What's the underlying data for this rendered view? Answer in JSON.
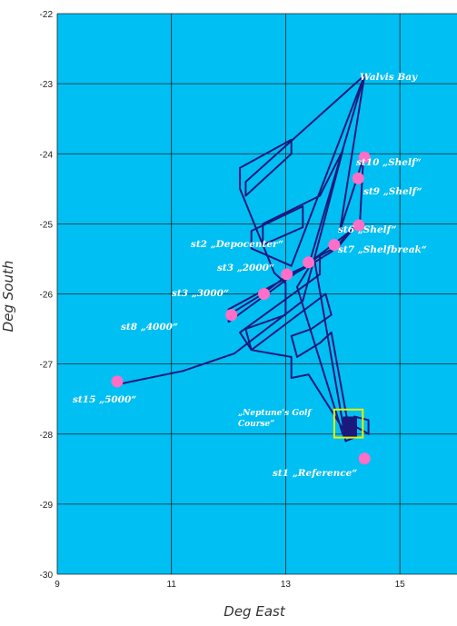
{
  "chart_data": {
    "type": "scatter",
    "title": "",
    "xlabel": "Deg East",
    "ylabel": "Deg South",
    "xlim": [
      9,
      16
    ],
    "ylim": [
      -30,
      -22
    ],
    "x_ticks": [
      9,
      11,
      13,
      15
    ],
    "y_ticks": [
      -30,
      -29,
      -28,
      -27,
      -26,
      -25,
      -24,
      -23,
      -22
    ],
    "grid": true,
    "colors": {
      "plot_background": "#00bff3",
      "track": "#1a1a7e",
      "stations": "#ff6ec7",
      "box": "#e6f000",
      "grid": "#222222"
    },
    "track": [
      [
        14.38,
        -22.88
      ],
      [
        13.4,
        -25.6
      ],
      [
        12.0,
        -26.22
      ],
      [
        12.0,
        -26.4
      ],
      [
        13.6,
        -25.45
      ],
      [
        13.6,
        -25.72
      ],
      [
        12.2,
        -26.55
      ],
      [
        12.4,
        -26.8
      ],
      [
        13.7,
        -26.0
      ],
      [
        13.8,
        -26.3
      ],
      [
        13.45,
        -26.5
      ],
      [
        13.1,
        -26.6
      ],
      [
        13.2,
        -26.9
      ],
      [
        13.6,
        -26.7
      ],
      [
        13.8,
        -26.55
      ],
      [
        14.1,
        -27.9
      ],
      [
        14.0,
        -28.0
      ],
      [
        13.2,
        -25.9
      ],
      [
        13.5,
        -25.5
      ],
      [
        14.0,
        -23.95
      ],
      [
        13.6,
        -24.6
      ],
      [
        12.6,
        -25.0
      ],
      [
        12.6,
        -25.3
      ],
      [
        13.3,
        -25.05
      ],
      [
        13.3,
        -24.75
      ],
      [
        12.4,
        -25.1
      ],
      [
        12.4,
        -25.35
      ],
      [
        13.1,
        -25.6
      ],
      [
        14.38,
        -22.88
      ],
      [
        12.3,
        -24.4
      ],
      [
        12.3,
        -24.6
      ],
      [
        13.1,
        -24.0
      ],
      [
        13.1,
        -23.8
      ],
      [
        12.2,
        -24.2
      ],
      [
        12.2,
        -24.5
      ],
      [
        12.8,
        -25.7
      ],
      [
        13.0,
        -25.85
      ],
      [
        13.0,
        -26.3
      ],
      [
        12.3,
        -26.5
      ],
      [
        12.4,
        -26.8
      ],
      [
        13.1,
        -26.9
      ],
      [
        13.1,
        -27.2
      ],
      [
        13.4,
        -27.15
      ],
      [
        14.1,
        -28.05
      ],
      [
        14.0,
        -27.8
      ],
      [
        14.35,
        -27.95
      ],
      [
        14.45,
        -28.0
      ],
      [
        14.45,
        -27.8
      ],
      [
        14.2,
        -27.75
      ],
      [
        14.2,
        -28.05
      ],
      [
        14.05,
        -28.1
      ],
      [
        14.0,
        -27.85
      ],
      [
        13.5,
        -25.5
      ],
      [
        14.3,
        -25.0
      ],
      [
        14.36,
        -24.05
      ],
      [
        14.25,
        -24.35
      ],
      [
        13.95,
        -25.1
      ],
      [
        14.38,
        -22.88
      ]
    ],
    "track_secondary": [
      [
        10.0,
        -27.3
      ],
      [
        11.2,
        -27.1
      ],
      [
        12.1,
        -26.85
      ],
      [
        13.3,
        -26.1
      ],
      [
        13.5,
        -25.5
      ],
      [
        13.95,
        -25.3
      ],
      [
        14.25,
        -25.0
      ],
      [
        13.8,
        -25.4
      ],
      [
        13.5,
        -25.55
      ],
      [
        13.05,
        -25.72
      ],
      [
        12.6,
        -26.0
      ],
      [
        12.0,
        -26.3
      ]
    ],
    "stations": [
      {
        "name": "st1 „Reference“",
        "x": 14.38,
        "y": -28.35
      },
      {
        "name": "st2 „Depocenter“",
        "x": 13.4,
        "y": -25.55
      },
      {
        "name": "st3 „2000“",
        "x": 13.02,
        "y": -25.72
      },
      {
        "name": "st3 „3000“",
        "x": 12.62,
        "y": -26.0
      },
      {
        "name": "st8 „4000“",
        "x": 12.05,
        "y": -26.3
      },
      {
        "name": "st15 „5000“",
        "x": 10.05,
        "y": -27.25
      },
      {
        "name": "st6 „Shelf“",
        "x": 14.28,
        "y": -25.02
      },
      {
        "name": "st7 „Shelfbreak“",
        "x": 13.85,
        "y": -25.3
      },
      {
        "name": "st9 „Shelf“",
        "x": 14.27,
        "y": -24.35
      },
      {
        "name": "st10 „Shelf“",
        "x": 14.38,
        "y": -24.05
      }
    ],
    "annotations": [
      {
        "text": "Walvis Bay",
        "x": 14.38,
        "y": -22.88
      },
      {
        "text": "„Neptune's Golf",
        "x": 14.1,
        "y": -27.9
      },
      {
        "text": "Course“",
        "x": 14.1,
        "y": -27.9
      }
    ],
    "box": {
      "x0": 13.85,
      "x1": 14.35,
      "y0": -28.05,
      "y1": -27.65
    }
  }
}
